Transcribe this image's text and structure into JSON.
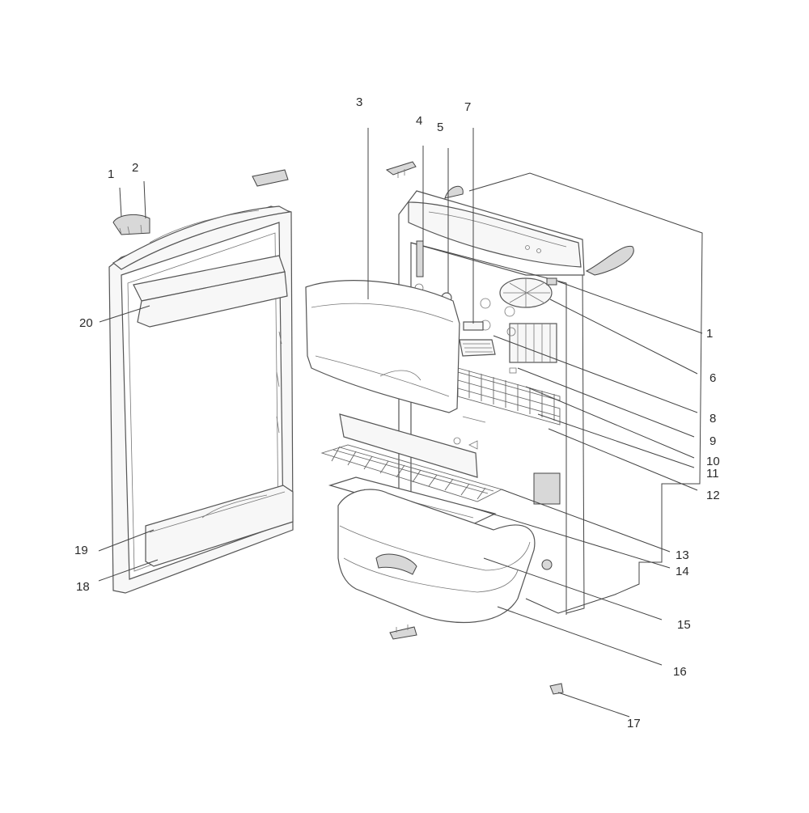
{
  "callouts": [
    {
      "id": "c1a",
      "label": "1"
    },
    {
      "id": "c2",
      "label": "2"
    },
    {
      "id": "c3",
      "label": "3"
    },
    {
      "id": "c4",
      "label": "4"
    },
    {
      "id": "c5",
      "label": "5"
    },
    {
      "id": "c7",
      "label": "7"
    },
    {
      "id": "c1b",
      "label": "1"
    },
    {
      "id": "c6",
      "label": "6"
    },
    {
      "id": "c8",
      "label": "8"
    },
    {
      "id": "c9",
      "label": "9"
    },
    {
      "id": "c10",
      "label": "10"
    },
    {
      "id": "c11",
      "label": "11"
    },
    {
      "id": "c12",
      "label": "12"
    },
    {
      "id": "c13",
      "label": "13"
    },
    {
      "id": "c14",
      "label": "14"
    },
    {
      "id": "c15",
      "label": "15"
    },
    {
      "id": "c16",
      "label": "16"
    },
    {
      "id": "c17",
      "label": "17"
    },
    {
      "id": "c18",
      "label": "18"
    },
    {
      "id": "c19",
      "label": "19"
    },
    {
      "id": "c20",
      "label": "20"
    }
  ]
}
